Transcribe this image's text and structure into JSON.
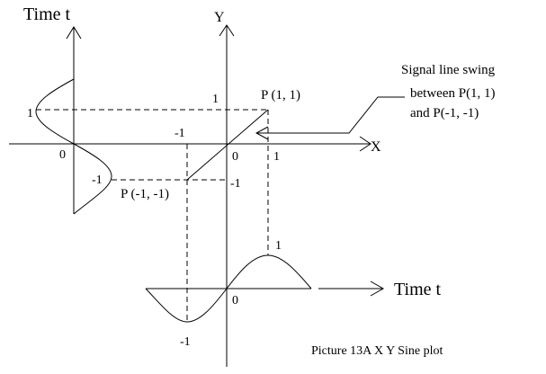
{
  "labels": {
    "time_t_left": "Time  t",
    "y_axis": "Y",
    "x_axis": "X",
    "point_pos": "P (1, 1)",
    "point_neg": "P (-1, -1)",
    "note_line1": "Signal line swing",
    "note_line2": "between  P(1, 1)",
    "note_line3": "and P(-1, -1)",
    "time_t_bottom": "Time  t",
    "caption": "Picture 13A     X Y  Sine plot"
  },
  "ticks": {
    "left_one": "1",
    "left_zero": "0",
    "left_neg_one": "-1",
    "y_one": "1",
    "x_neg_one": "-1",
    "origin": "0",
    "x_one": "1",
    "y_neg_one": "-1",
    "bottom_one": "1",
    "bottom_zero": "0",
    "bottom_neg_one": "-1"
  }
}
